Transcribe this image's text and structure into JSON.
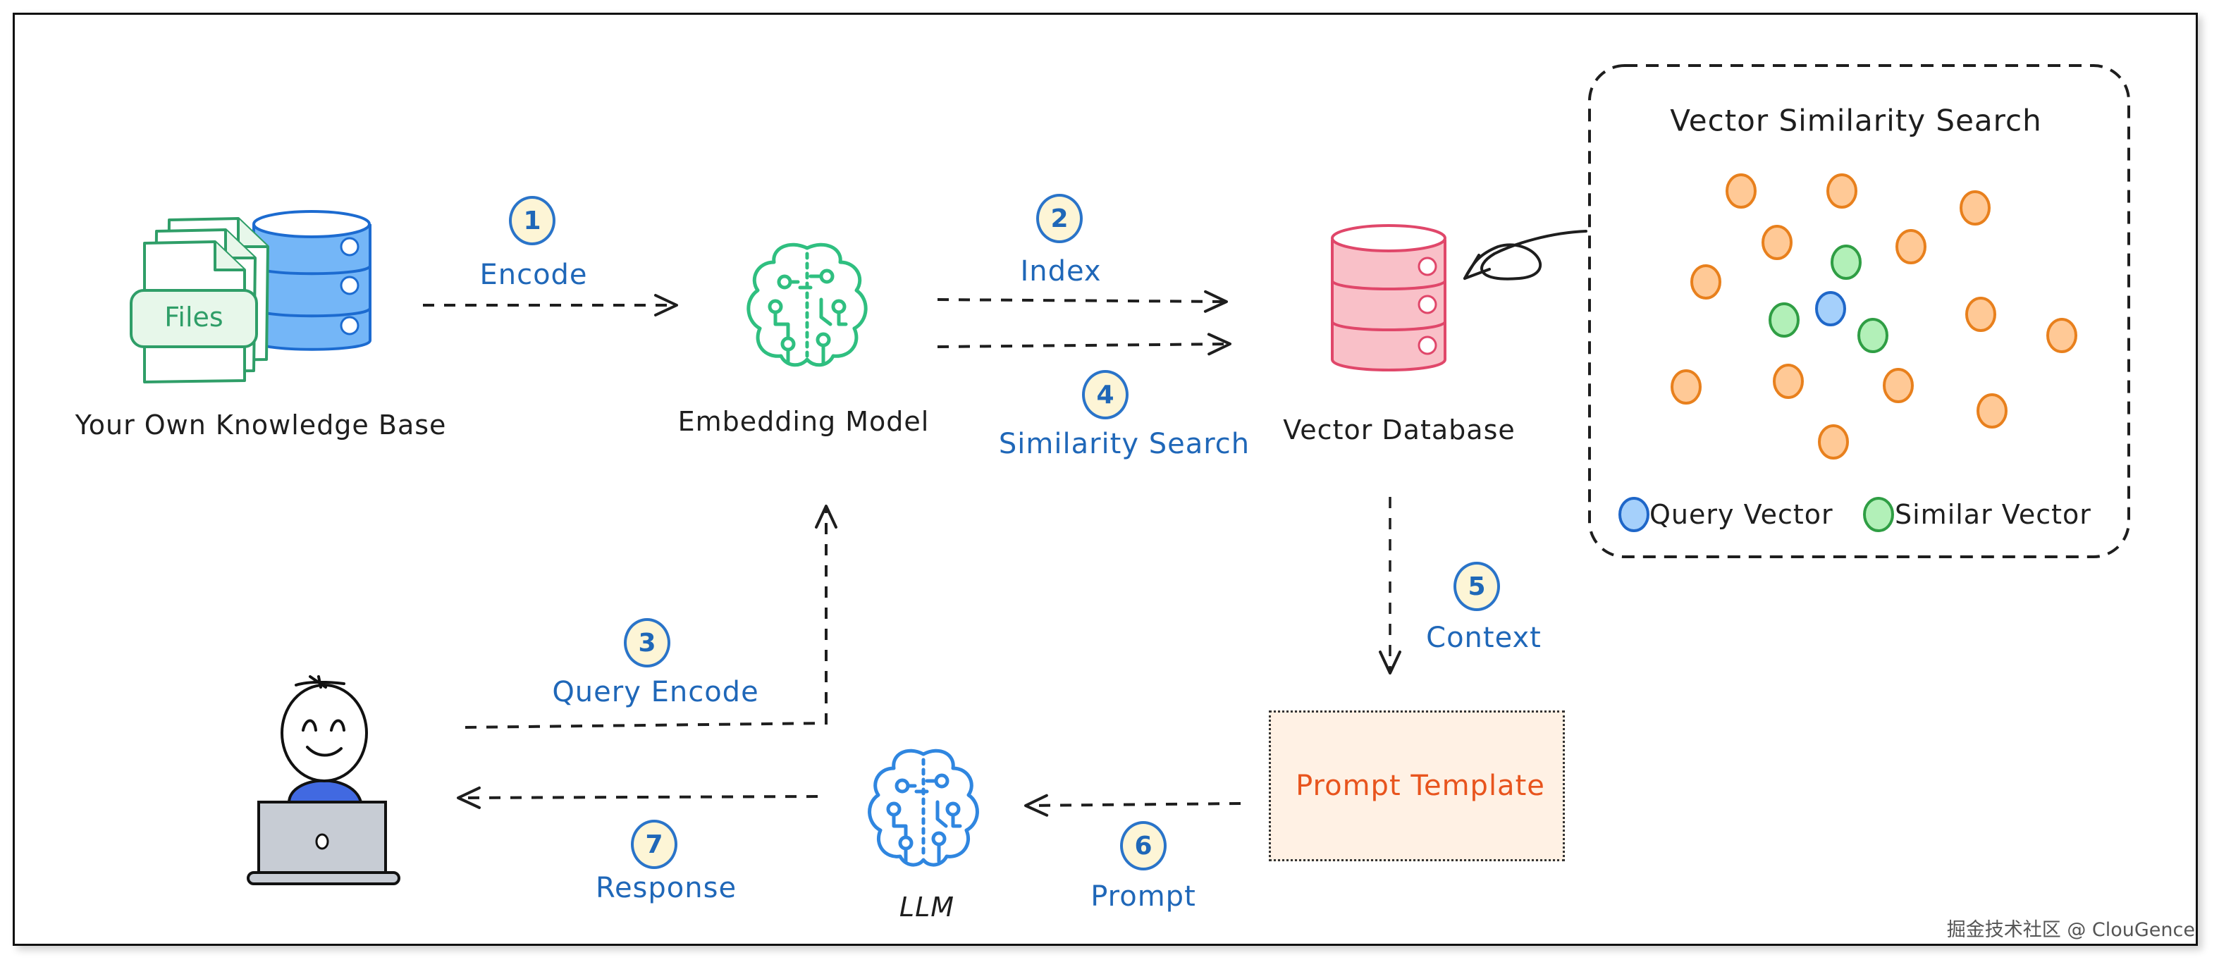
{
  "diagram": {
    "nodes": {
      "knowledge_base": {
        "label": "Your Own Knowledge Base",
        "files_tag": "Files"
      },
      "embedding_model": {
        "label": "Embedding Model"
      },
      "vector_database": {
        "label": "Vector Database"
      },
      "prompt_template": {
        "label": "Prompt Template"
      },
      "llm": {
        "label": "LLM"
      },
      "user": {
        "label": ""
      }
    },
    "steps": [
      {
        "number": "1",
        "label": "Encode"
      },
      {
        "number": "2",
        "label": "Index"
      },
      {
        "number": "3",
        "label": "Query Encode"
      },
      {
        "number": "4",
        "label": "Similarity Search"
      },
      {
        "number": "5",
        "label": "Context"
      },
      {
        "number": "6",
        "label": "Prompt"
      },
      {
        "number": "7",
        "label": "Response"
      }
    ],
    "similarity_panel": {
      "title": "Vector Similarity Search",
      "legend": [
        {
          "label": "Query Vector",
          "color": "#a5d0fb",
          "stroke": "#1f67c9"
        },
        {
          "label": "Similar Vector",
          "color": "#b2f0b8",
          "stroke": "#2f9e44"
        }
      ],
      "other_vector_color": "#ffc996",
      "other_vector_stroke": "#e8801d"
    },
    "colors": {
      "step_badge_fill": "#fdf5d6",
      "step_badge_stroke": "#2a74c9",
      "step_text": "#1f67b8",
      "embedding_brain": "#2fbf80",
      "llm_brain": "#2f86e0",
      "vector_db_fill": "#f9c0c8",
      "vector_db_stroke": "#e0476a",
      "kb_db_fill": "#74b6f7",
      "kb_db_stroke": "#1c6bd0",
      "files_stroke": "#2f9e68",
      "files_fill": "#e7f7ea",
      "prompt_template_fill": "#fff1e4",
      "prompt_template_text": "#e8541d",
      "user_shirt": "#4169e1",
      "laptop": "#c7ccd4"
    }
  },
  "watermark": "掘金技术社区 @ ClouGence"
}
